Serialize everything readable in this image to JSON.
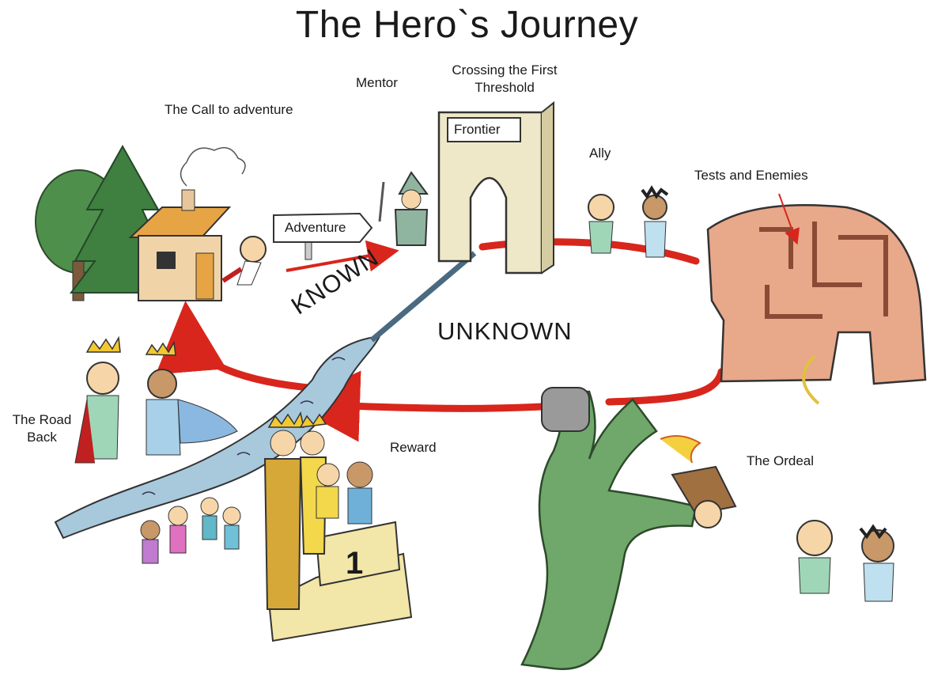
{
  "title": "The Hero`s Journey",
  "stages": {
    "call": "The Call to adventure",
    "mentor": "Mentor",
    "threshold": "Crossing the First\nThreshold",
    "ally": "Ally",
    "tests": "Tests and Enemies",
    "ordeal": "The Ordeal",
    "reward": "Reward",
    "road_back": "The Road\nBack"
  },
  "signs": {
    "adventure": "Adventure",
    "frontier": "Frontier",
    "podium": "1"
  },
  "regions": {
    "known": "KNOWN",
    "unknown": "UNKNOWN"
  },
  "colors": {
    "journey_arrow": "#d8261c",
    "dragon": "#6fa86a",
    "maze": "#e8a88a",
    "river": "#a8c8dc",
    "gate": "#efe8c8",
    "crown": "#f2c832",
    "tree": "#4f8f4c"
  },
  "icons": [
    "house-icon",
    "tree-icon",
    "hero-icon",
    "mentor-icon",
    "gate-icon",
    "ally-icon",
    "maze-icon",
    "dragon-icon",
    "podium-icon",
    "king-icon",
    "queen-icon",
    "crowd-icon",
    "river-icon"
  ]
}
